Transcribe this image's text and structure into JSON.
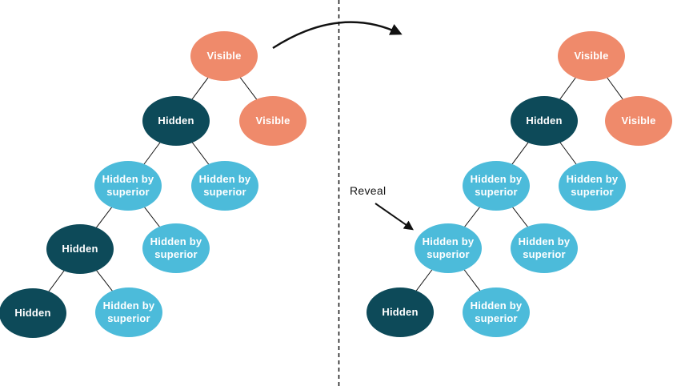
{
  "colors": {
    "visible": "#EF8A6B",
    "hidden": "#0D4A59",
    "hidden_by_superior": "#4CBBDA",
    "node_text": "#FFFFFF",
    "line": "#111111"
  },
  "reveal_annotation": {
    "label": "Reveal"
  },
  "left_tree": {
    "nodes": [
      {
        "label": "Visible",
        "type": "visible"
      },
      {
        "label": "Hidden",
        "type": "hidden"
      },
      {
        "label": "Visible",
        "type": "visible"
      },
      {
        "label": "Hidden by superior",
        "type": "hidden_by_superior"
      },
      {
        "label": "Hidden by superior",
        "type": "hidden_by_superior"
      },
      {
        "label": "Hidden",
        "type": "hidden"
      },
      {
        "label": "Hidden by superior",
        "type": "hidden_by_superior"
      },
      {
        "label": "Hidden",
        "type": "hidden"
      },
      {
        "label": "Hidden by superior",
        "type": "hidden_by_superior"
      }
    ]
  },
  "right_tree": {
    "nodes": [
      {
        "label": "Visible",
        "type": "visible"
      },
      {
        "label": "Hidden",
        "type": "hidden"
      },
      {
        "label": "Visible",
        "type": "visible"
      },
      {
        "label": "Hidden by superior",
        "type": "hidden_by_superior"
      },
      {
        "label": "Hidden by superior",
        "type": "hidden_by_superior"
      },
      {
        "label": "Hidden by superior",
        "type": "hidden_by_superior"
      },
      {
        "label": "Hidden by superior",
        "type": "hidden_by_superior"
      },
      {
        "label": "Hidden",
        "type": "hidden"
      },
      {
        "label": "Hidden by superior",
        "type": "hidden_by_superior"
      }
    ]
  }
}
